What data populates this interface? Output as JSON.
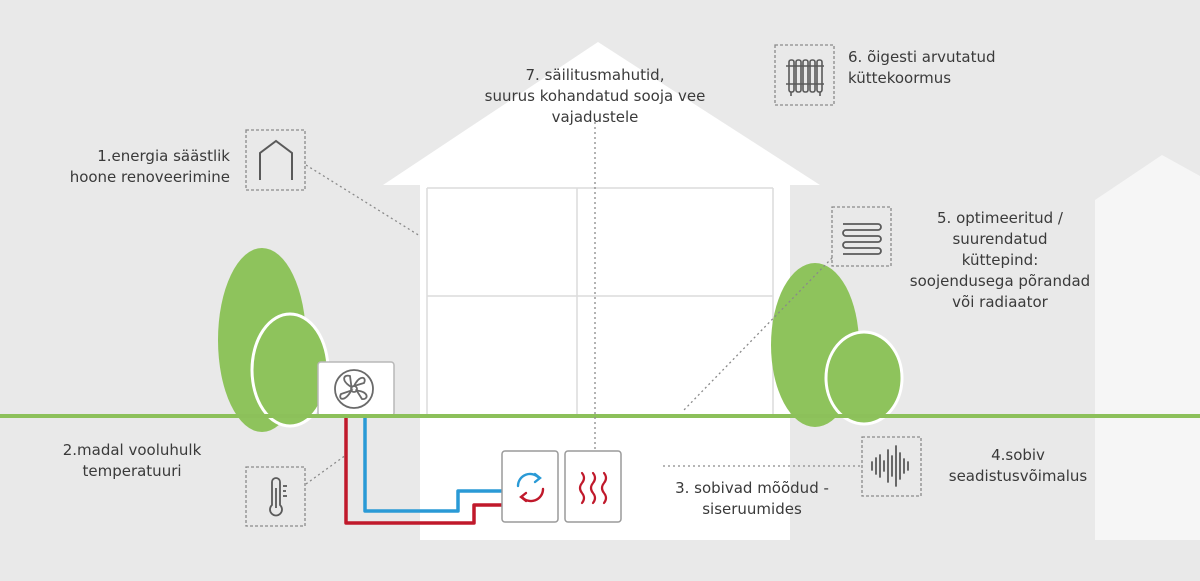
{
  "colors": {
    "background": "#e9e9e9",
    "house": "#ffffff",
    "ground": "#8cc05a",
    "tree": "#8ec35c",
    "tree_outline": "#ffffff",
    "pipe_hot": "#c0192b",
    "pipe_cold": "#2a9ad6",
    "icon_stroke": "#5a5a5a",
    "dotted_line": "#8a8a8a"
  },
  "icons": {
    "house": "house-outline-icon",
    "thermometer": "thermometer-icon",
    "heat_exchanger": "circular-arrows-icon",
    "heating": "heat-waves-icon",
    "floor_heating": "floor-heating-coil-icon",
    "radiator": "radiator-icon",
    "sound": "sound-wave-icon",
    "fan": "fan-icon"
  },
  "labels": {
    "renovation": {
      "line1": "1.energia säästlik",
      "line2": "hoone renoveerimine"
    },
    "flow_temperature": {
      "line1": "2.madal vooluhulk",
      "line2": "temperatuuri"
    },
    "indoor_dimensions": {
      "line1": "3. sobivad mõõdud -",
      "line2": "siseruumides"
    },
    "settings": {
      "line1": "4.sobiv",
      "line2": "seadistusvõimalus"
    },
    "heating_surface": {
      "line1": "5. optimeeritud /",
      "line2": "suurendatud",
      "line3": "küttepind:",
      "line4": "soojendusega põrandad",
      "line5": "või radiaator"
    },
    "heating_load": {
      "line1": "6. õigesti arvutatud",
      "line2": "küttekoormus"
    },
    "storage_tanks": {
      "line1": "7. säilitusmahutid,",
      "line2": "suurus kohandatud sooja vee",
      "line3": "vajadustele"
    }
  }
}
